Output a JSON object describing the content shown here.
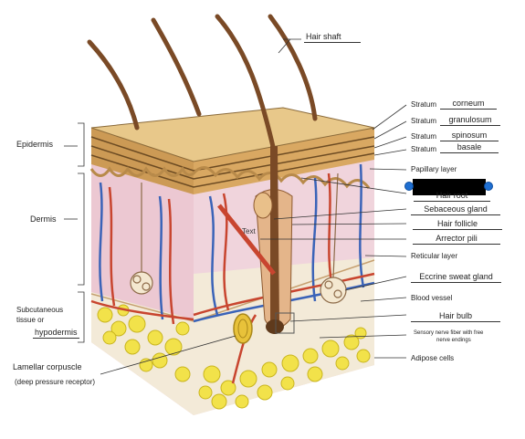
{
  "labels": {
    "hair_shaft": "Hair shaft",
    "epidermis": "Epidermis",
    "dermis": "Dermis",
    "subcutaneous_1": "Subcutaneous",
    "subcutaneous_2": "tissue or",
    "subcutaneous_3": "hypodermis",
    "lamellar_1": "Lamellar corpuscle",
    "lamellar_2": "(deep pressure receptor)",
    "stratum": "Stratum",
    "corneum": "corneum",
    "granulosum": "granulosum",
    "spinosum": "spinosum",
    "basale": "basale",
    "papillary": "Papillary layer",
    "hair_root": "Hair root",
    "sebaceous": "Sebaceous gland",
    "hair_follicle": "Hair follicle",
    "arrector": "Arrector pili",
    "reticular": "Reticular layer",
    "eccrine": "Eccrine sweat gland",
    "blood_vessel": "Blood vessel",
    "hair_bulb": "Hair bulb",
    "sensory_1": "Sensory nerve fiber with free",
    "sensory_2": "nerve endings",
    "adipose": "Adipose cells",
    "text_box": "Text"
  },
  "colors": {
    "dermis": "#f0d4dc",
    "epidermis": "#d9a862",
    "stratum_corneum": "#e8c88a",
    "hypodermis": "#f3ead8",
    "fat": "#f2e24a",
    "vein": "#3a63b8",
    "artery": "#c8452f",
    "hair": "#7a4a26",
    "handle": "#1f6fd1"
  }
}
